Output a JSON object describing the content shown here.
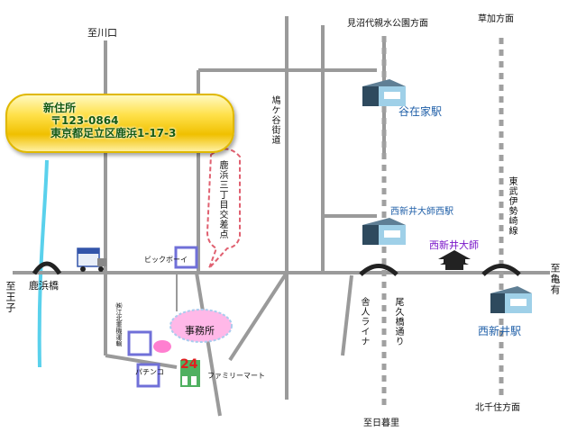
{
  "address": {
    "title": "新住所",
    "postal": "〒123-0864",
    "street": "東京都足立区鹿浜1-17-3"
  },
  "labels": {
    "to_kawaguchi": "至川口",
    "to_minumadai": "見沼代親水公園方面",
    "to_soka": "草加方面",
    "hatogaya_road": "鳩ケ谷街道",
    "shikahama_crossing": "鹿浜三丁目交差点",
    "to_kameari": "至亀有",
    "to_oji": "至王子",
    "shikahama_bridge": "鹿浜橋",
    "big_boy": "ビックボーイ",
    "office": "事務所",
    "koukita": "㈱江北重機運輸",
    "pachinko": "パチンコ",
    "familymart": "ファミリーマート",
    "toneri_liner": "舎人ライナ",
    "okubashi_street": "尾久橋通り",
    "tobu_isesaki": "東武伊勢崎線",
    "to_nippori": "至日暮里",
    "to_kitasenju": "北千住方面",
    "fm_sign": "24"
  },
  "stations": {
    "yazaike": "谷在家駅",
    "nishiarai_daishi_nishi": "西新井大師西駅",
    "nishiarai_daishi": "西新井大師",
    "nishiarai": "西新井駅"
  },
  "colors": {
    "road": "#9a9a9a",
    "rail_dash": "#a0a0a0",
    "river": "#5ad1ec",
    "station_text": "#1f5fa8",
    "temple_text": "#7a16c9",
    "landmark_box": "#7070d8",
    "office_bubble": "#ffb8e8",
    "address_text": "#155a10"
  }
}
